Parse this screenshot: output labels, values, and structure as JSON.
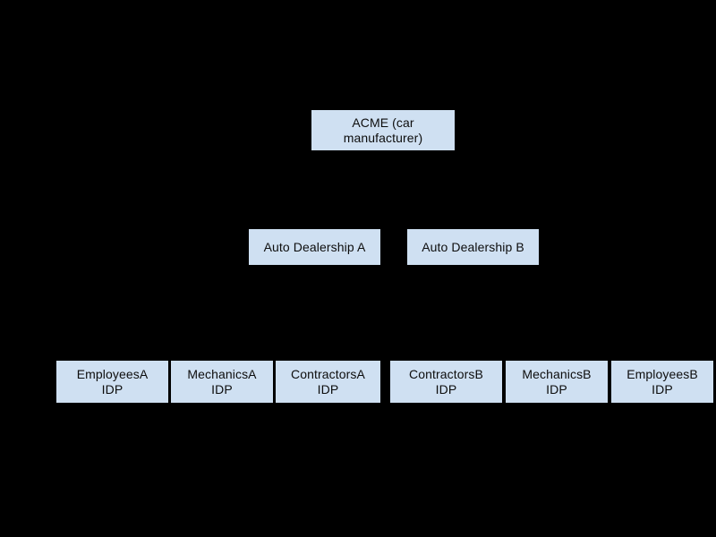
{
  "diagram": {
    "type": "org-hierarchy",
    "background_color": "#000000",
    "node_fill_color": "#cfe0f2",
    "node_text_color": "#0d0d0d",
    "levels": [
      {
        "level": 1,
        "nodes": [
          {
            "id": "acme",
            "label": "ACME (car\nmanufacturer)"
          }
        ]
      },
      {
        "level": 2,
        "nodes": [
          {
            "id": "dealer-a",
            "label": "Auto Dealership A"
          },
          {
            "id": "dealer-b",
            "label": "Auto Dealership B"
          }
        ]
      },
      {
        "level": 3,
        "nodes": [
          {
            "id": "employees-a",
            "label": "EmployeesA\nIDP"
          },
          {
            "id": "mechanics-a",
            "label": "MechanicsA\nIDP"
          },
          {
            "id": "contractors-a",
            "label": "ContractorsA\nIDP"
          },
          {
            "id": "contractors-b",
            "label": "ContractorsB\nIDP"
          },
          {
            "id": "mechanics-b",
            "label": "MechanicsB\nIDP"
          },
          {
            "id": "employees-b",
            "label": "EmployeesB\nIDP"
          }
        ]
      }
    ]
  }
}
